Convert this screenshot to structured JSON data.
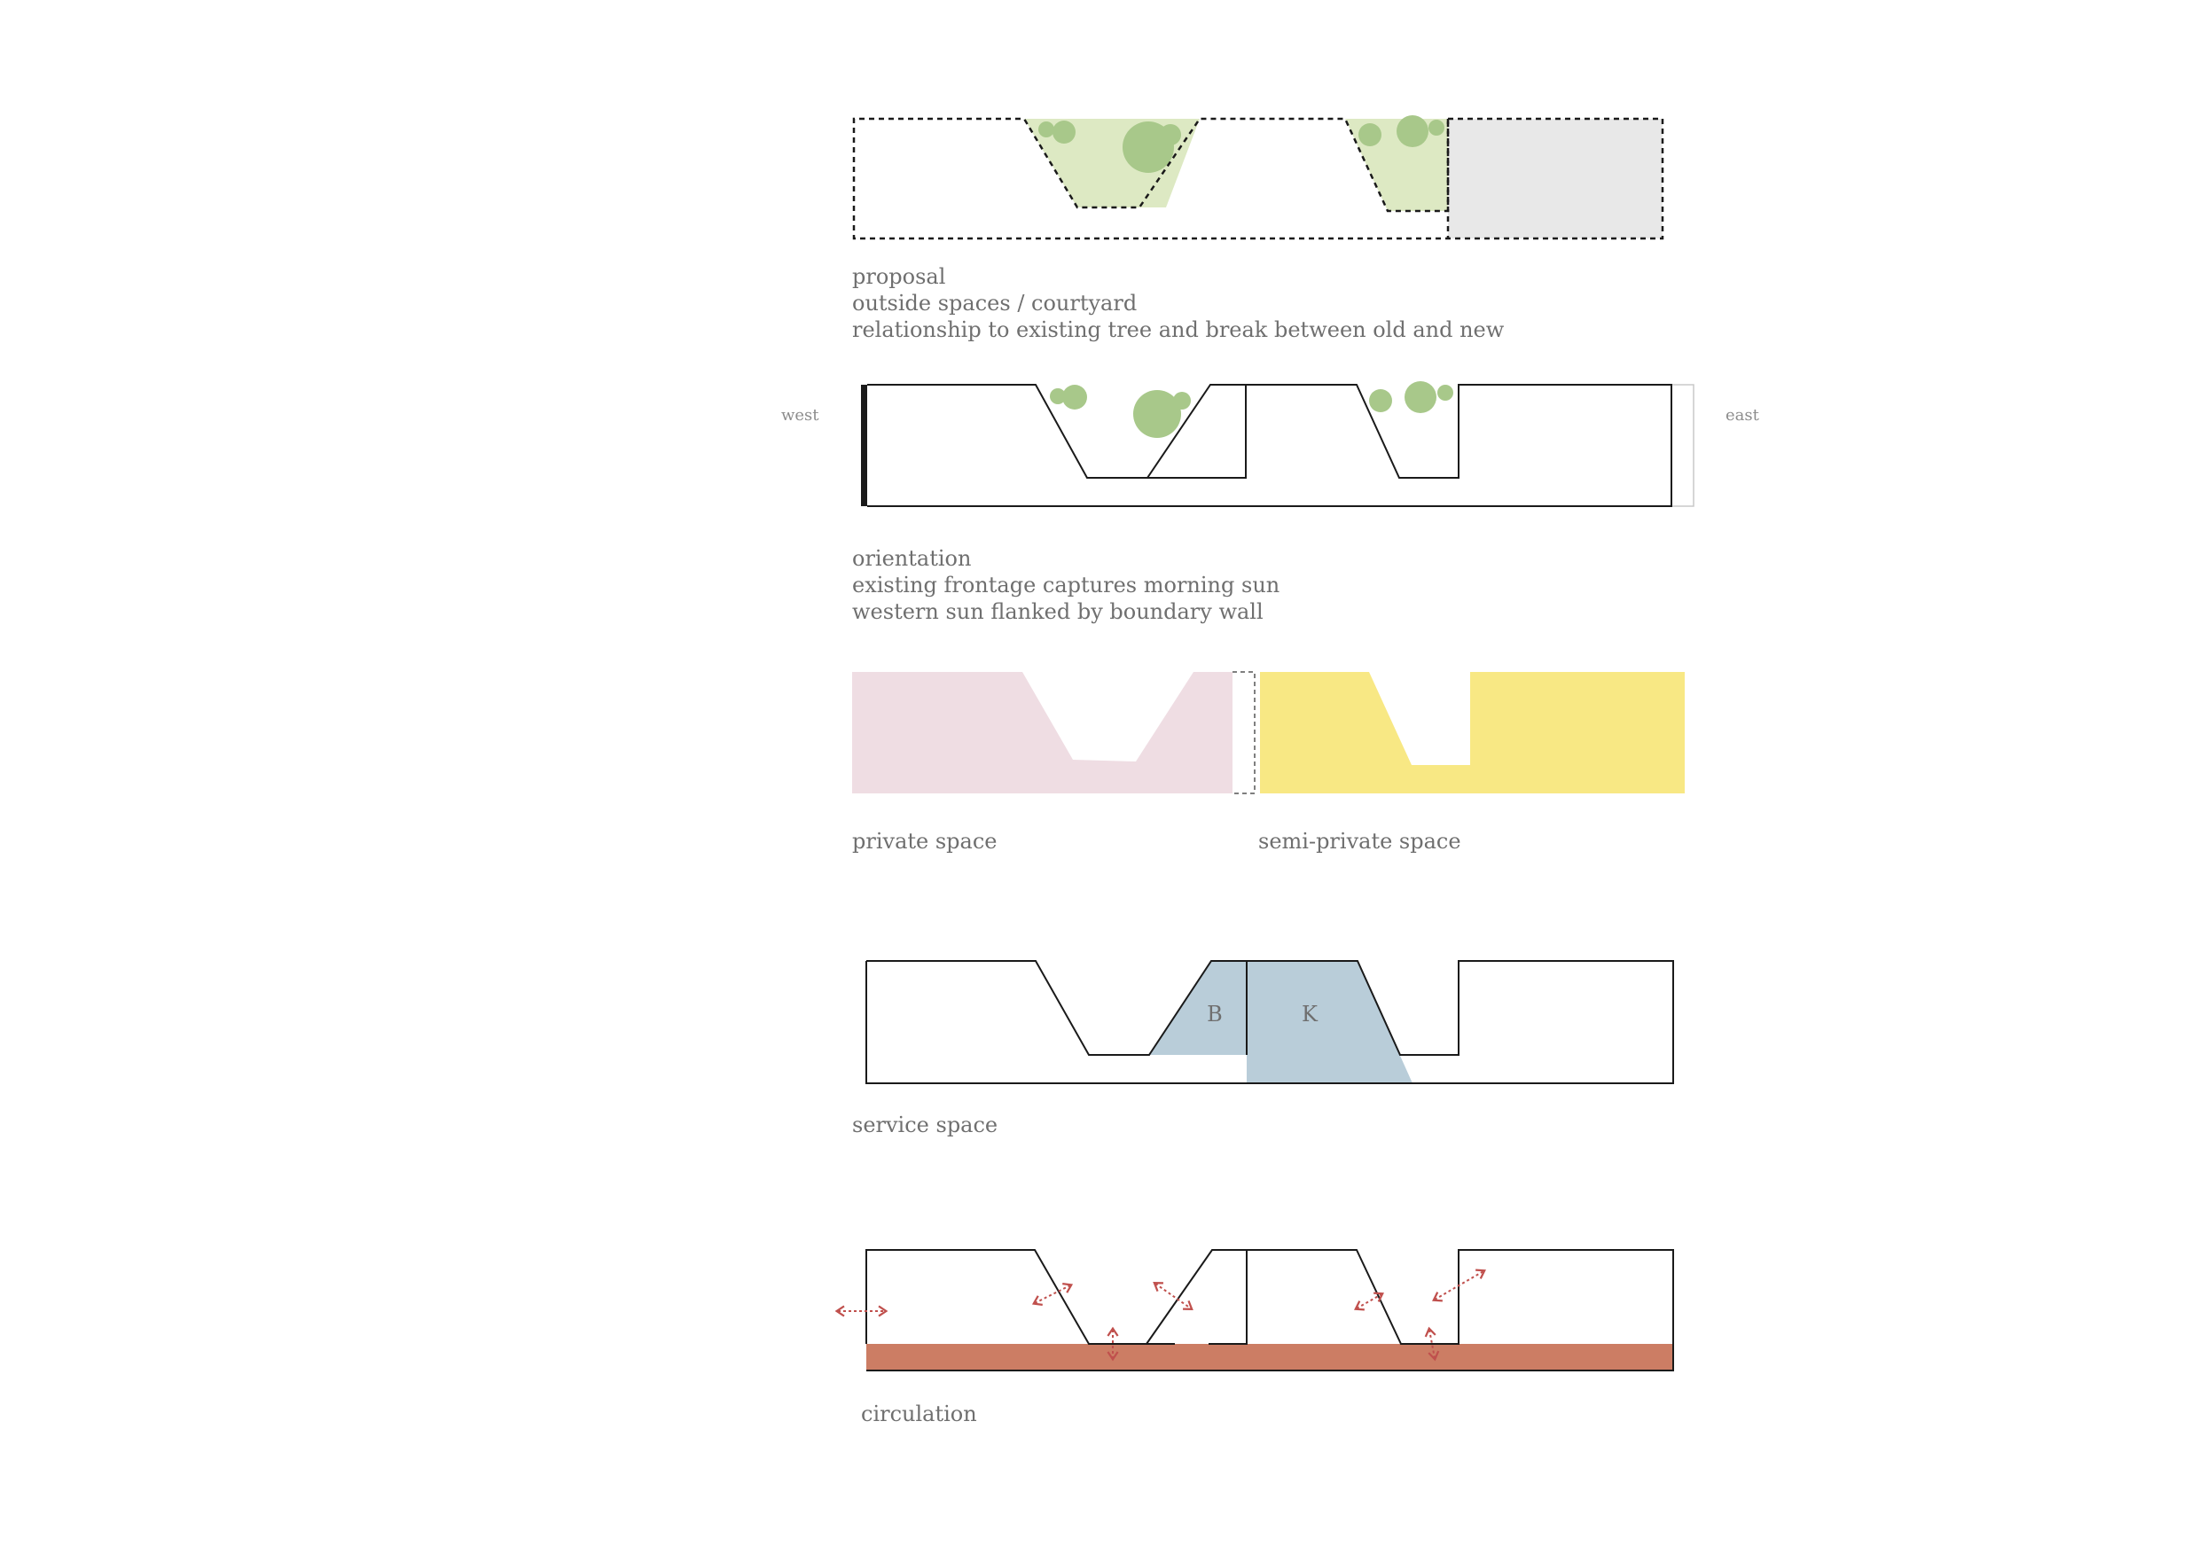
{
  "colors": {
    "outline": "#1a1a1a",
    "greenery_fill": "#dde9c3",
    "tree": "#a8c88a",
    "existing_building": "#e8e8e8",
    "private_space": "#efdde3",
    "semi_private_space": "#f8e884",
    "service_space": "#b9cdd9",
    "circulation": "#cc7d64",
    "arrow": "#c0504d",
    "caption_text": "#6f6f6f"
  },
  "proposal": {
    "caption_lines": [
      "proposal",
      "outside spaces / courtyard",
      "relationship to existing tree and break between old and new"
    ]
  },
  "orientation": {
    "west_label": "west",
    "east_label": "east",
    "caption_lines": [
      "orientation",
      "existing frontage captures morning sun",
      "western sun flanked by boundary wall"
    ]
  },
  "spaces": {
    "private_label": "private space",
    "semi_private_label": "semi-private space"
  },
  "service": {
    "bathroom_letter": "B",
    "kitchen_letter": "K",
    "caption": "service space"
  },
  "circulation": {
    "caption": "circulation"
  }
}
